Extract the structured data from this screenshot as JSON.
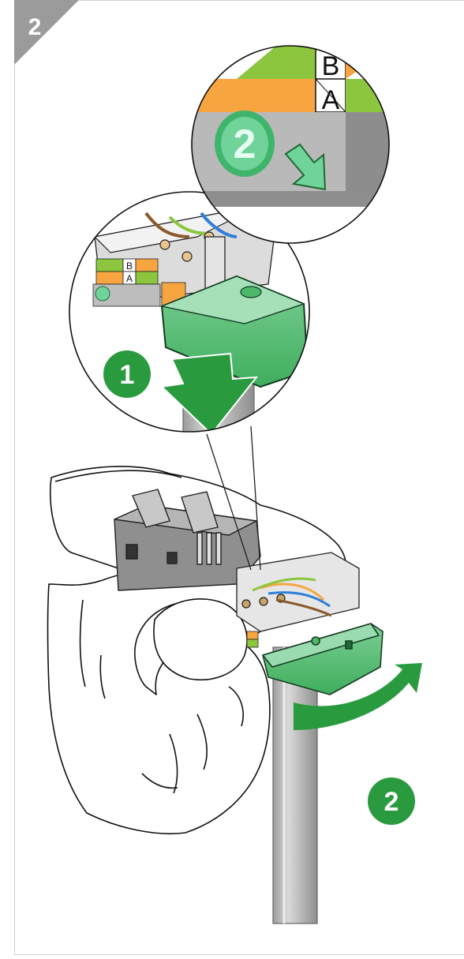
{
  "panel": {
    "step_number": "2"
  },
  "zoom_label": {
    "top_letter": "B",
    "bottom_letter": "A",
    "circle_number": "2"
  },
  "small_label": {
    "top_letter": "B",
    "bottom_letter": "A"
  },
  "callouts": [
    {
      "number": "1",
      "icon": "arrow-down-icon"
    },
    {
      "number": "2",
      "icon": "curved-arrow-right-icon"
    }
  ],
  "colors": {
    "step_tab": "#9b9b9b",
    "frame": "#d0d0d0",
    "accent_green": "#2a9a3f",
    "light_green": "#7fd19a",
    "wire_green": "#8cc63f",
    "wire_orange": "#f7a541",
    "cable_grey": "#b8b8b8",
    "body_grey": "#8a8a8a"
  }
}
